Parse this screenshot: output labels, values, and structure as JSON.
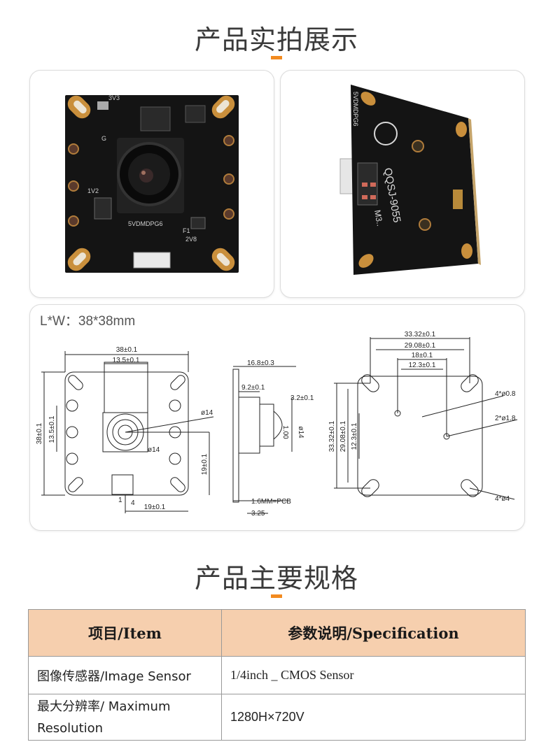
{
  "sections": {
    "photos_title": "产品实拍展示",
    "specs_title": "产品主要规格"
  },
  "accent_color": "#f28a1f",
  "photos": {
    "front": {
      "labels": {
        "v33": "3V3",
        "g": "G",
        "v12": "1V2",
        "v28": "2V8",
        "code": "5VDMDPG6",
        "f1": "F1"
      }
    },
    "side": {
      "labels": {
        "model": "QQSJ-9055",
        "sub": "M3..",
        "code": "5VDMDPG6"
      }
    }
  },
  "drawing": {
    "dims_label": "L*W：38*38mm",
    "front_view": {
      "width": "38±0.1",
      "lens_width": "13.5±0.1",
      "height": "38±0.1",
      "lens_height": "13.5±0.1",
      "lens_dia_a": "ø14",
      "lens_dia_b": "ø14",
      "lens_offset_v": "19±0.1",
      "lens_offset_h": "19±0.1",
      "pin1": "1",
      "pin4": "4"
    },
    "side_view": {
      "depth": "16.8±0.3",
      "lens_depth": "9.2±0.1",
      "barrel": "3.2±0.1",
      "lens_dia": "ø14",
      "lens_len": "1.00",
      "pcb": "1.6MM=PCB",
      "base": "3.25"
    },
    "back_view": {
      "w1": "33.32±0.1",
      "w2": "29.08±0.1",
      "w3": "18±0.1",
      "w4": "12.3±0.1",
      "h1": "33.32±0.1",
      "h2": "29.08±0.1",
      "h3": "12.3±0.1",
      "hole_small": "4*ø0.8",
      "hole_mid": "2*ø1.8",
      "hole_big": "4*ø4"
    }
  },
  "spec_table": {
    "headers": {
      "item": "项目/Item",
      "spec": "参数说明/Specification"
    },
    "rows": [
      {
        "item": "图像传感器/Image Sensor",
        "value": "1/4inch _ CMOS Sensor"
      },
      {
        "item": "最大分辨率/ Maximum Resolution",
        "value": "1280H×720V"
      }
    ]
  }
}
